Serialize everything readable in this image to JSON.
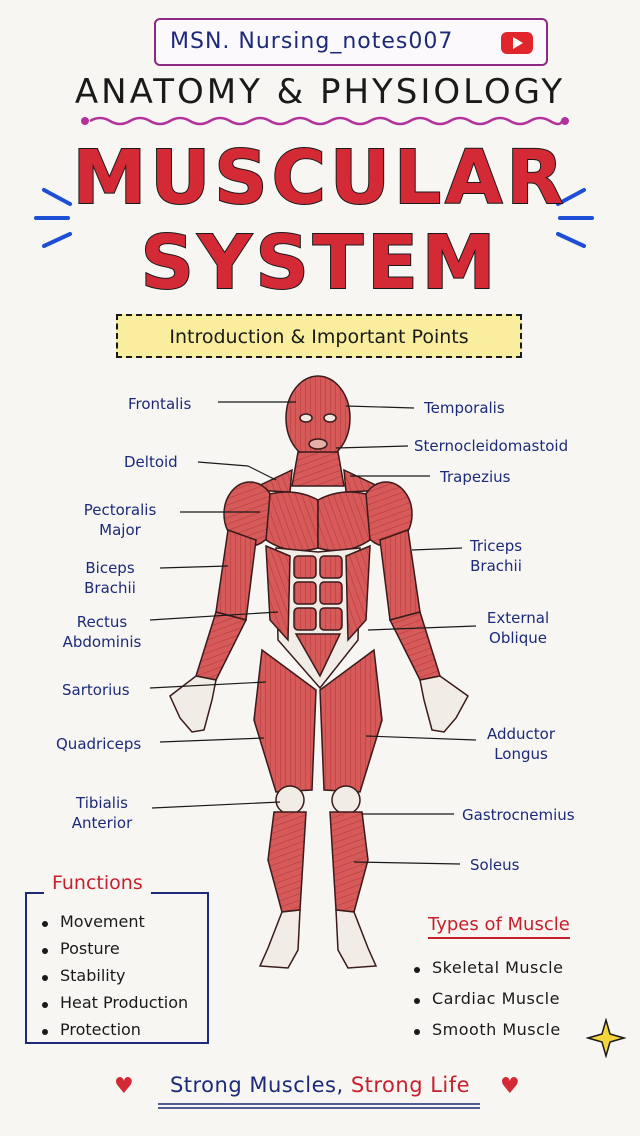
{
  "header": {
    "brand": "MSN. Nursing_notes007",
    "subtitle": "ANATOMY & PHYSIOLOGY",
    "title_line1": "MUSCULAR",
    "title_line2": "SYSTEM",
    "intro": "Introduction & Important Points"
  },
  "labels": {
    "frontalis": "Frontalis",
    "temporalis": "Temporalis",
    "deltoid": "Deltoid",
    "sternocleidomastoid": "Sternocleidomastoid",
    "trapezius": "Trapezius",
    "pectoralis_major": [
      "Pectoralis",
      "Major"
    ],
    "triceps_brachii": [
      "Triceps",
      "Brachii"
    ],
    "biceps_brachii": [
      "Biceps",
      "Brachii"
    ],
    "rectus_abdominis": [
      "Rectus",
      "Abdominis"
    ],
    "external_oblique": [
      "External",
      "Oblique"
    ],
    "sartorius": "Sartorius",
    "quadriceps": "Quadriceps",
    "adductor_longus": [
      "Adductor",
      "Longus"
    ],
    "tibialis_anterior": [
      "Tibialis",
      "Anterior"
    ],
    "gastrocnemius": "Gastrocnemius",
    "soleus": "Soleus"
  },
  "functions": {
    "title": "Functions",
    "items": [
      "Movement",
      "Posture",
      "Stability",
      "Heat Production",
      "Protection"
    ]
  },
  "types": {
    "title": "Types of Muscle",
    "items": [
      "Skeletal Muscle",
      "Cardiac Muscle",
      "Smooth Muscle"
    ]
  },
  "footer": {
    "part1": "Strong Muscles,",
    "part2": "Strong Life"
  },
  "colors": {
    "title_red": "#d42a36",
    "label_blue": "#1c2a78",
    "brand_purple": "#8e2a86",
    "intro_yellow": "#f8ee9e",
    "muscle_red": "#cf4a4a"
  },
  "icons": [
    "youtube-icon",
    "heart-icon",
    "sparkle-icon"
  ]
}
